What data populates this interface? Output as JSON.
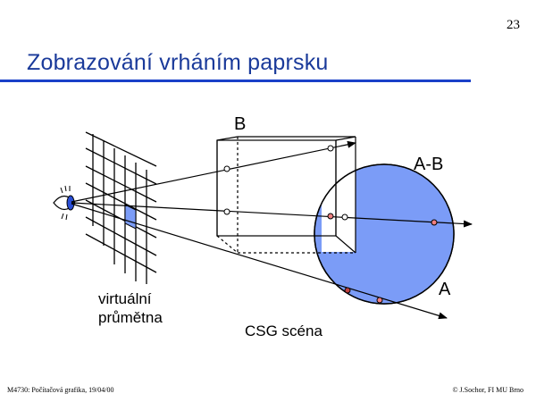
{
  "slide": {
    "number": "23",
    "title": "Zobrazování vrháním paprsku"
  },
  "diagram": {
    "label_b": "B",
    "label_a_minus_b": "A-B",
    "label_a": "A",
    "label_projection_plane": [
      "virtuální",
      "průmětna"
    ],
    "label_scene": "CSG scéna"
  },
  "colors": {
    "sphere_fill": "#7b9cf7",
    "title_color": "#1a3a9a",
    "rule_color": "#1a40c8",
    "intersection_point": "#f08080",
    "eye_pupil": "#2a4fd6"
  },
  "footer": {
    "left": "M4730: Počítačová grafika, 19/04/00",
    "right": "© J.Sochor, FI MU Brno"
  }
}
